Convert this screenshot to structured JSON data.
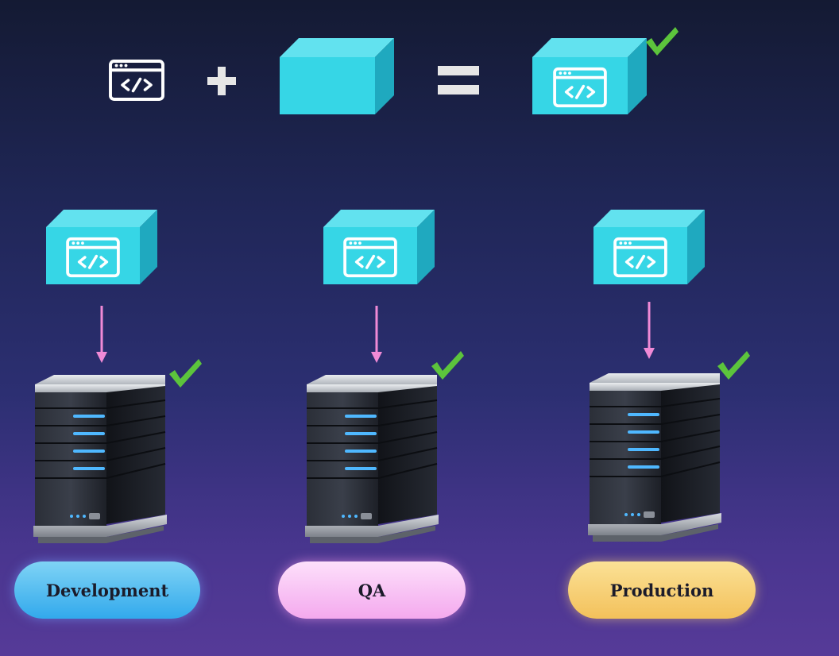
{
  "equation": {
    "operand_code_icon": "code-window-icon",
    "plus_symbol": "plus",
    "container_icon": "container-box-icon",
    "equals_symbol": "equals",
    "result_icon": "packaged-container-icon",
    "result_status_icon": "checkmark-icon"
  },
  "environments": [
    {
      "label": "Development",
      "color": "#32a9ec"
    },
    {
      "label": "QA",
      "color": "#f4a9ee"
    },
    {
      "label": "Production",
      "color": "#f3c15b"
    }
  ],
  "colors": {
    "container_front": "#36d6e6",
    "container_top": "#62e2ef",
    "container_side": "#1fa9bf",
    "arrow": "#f08ad6",
    "check": "#5cc43c"
  }
}
